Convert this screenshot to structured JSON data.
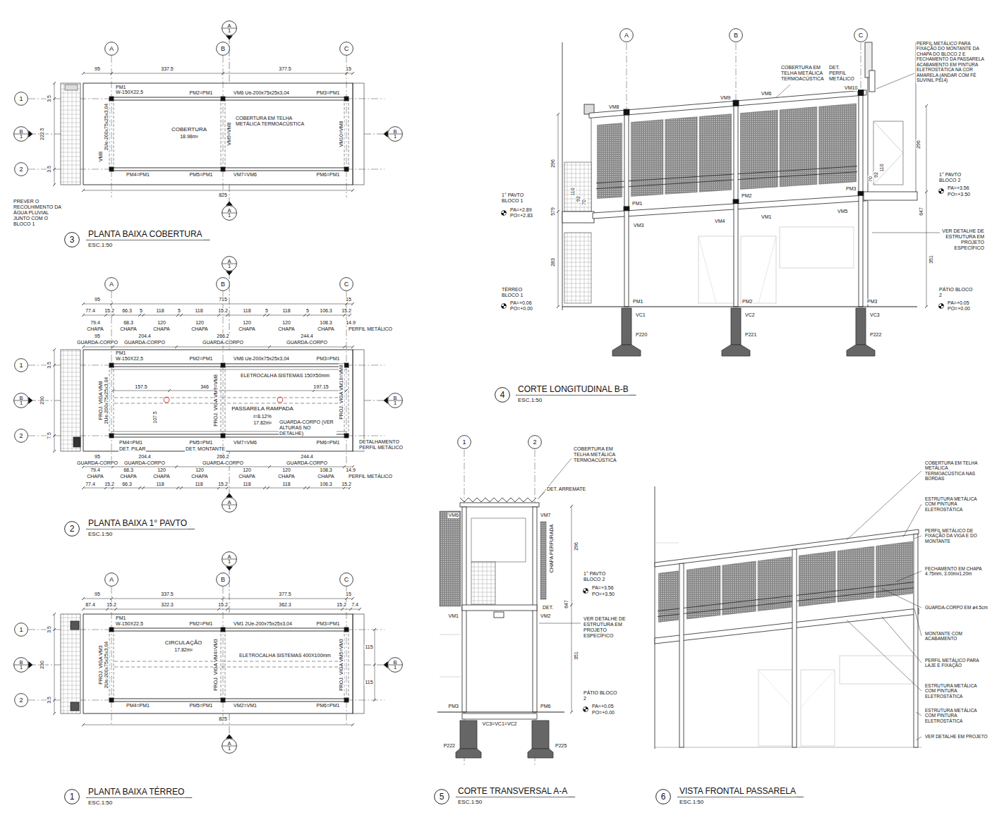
{
  "diagram": {
    "nodes": [
      {
        "text": [
          "A"
        ]
      },
      {
        "text": [
          "B"
        ]
      },
      {
        "text": [
          "C"
        ]
      },
      {
        "text": [
          "A",
          "1"
        ]
      },
      {
        "text": [
          "1"
        ]
      },
      {
        "text": [
          "B",
          "1"
        ]
      },
      {
        "text": [
          "B",
          "1"
        ]
      },
      {
        "text": [
          "2"
        ]
      },
      {
        "text": [
          "A",
          "1"
        ]
      },
      {
        "text": [
          "3"
        ]
      },
      {
        "text": [
          "A"
        ]
      },
      {
        "text": [
          "B"
        ]
      },
      {
        "text": [
          "C"
        ]
      },
      {
        "text": [
          "4"
        ]
      },
      {
        "text": [
          "A",
          "1"
        ]
      },
      {
        "text": [
          "A"
        ]
      },
      {
        "text": [
          "B"
        ]
      },
      {
        "text": [
          "C"
        ]
      },
      {
        "text": [
          "1"
        ]
      },
      {
        "text": [
          "B",
          "1"
        ]
      },
      {
        "text": [
          "B",
          "1"
        ]
      },
      {
        "text": [
          "2"
        ]
      },
      {
        "text": [
          "A",
          "1"
        ]
      },
      {
        "text": [
          "2"
        ]
      },
      {
        "text": [
          "1"
        ]
      },
      {
        "text": [
          "2"
        ]
      },
      {
        "text": [
          "A",
          "1"
        ]
      },
      {
        "text": [
          "A"
        ]
      },
      {
        "text": [
          "B"
        ]
      },
      {
        "text": [
          "C"
        ]
      },
      {
        "text": [
          "1"
        ]
      },
      {
        "text": [
          "B",
          "1"
        ]
      },
      {
        "text": [
          "B",
          "1"
        ]
      },
      {
        "text": [
          "2"
        ]
      },
      {
        "text": [
          "A",
          "1"
        ]
      },
      {
        "text": [
          "1"
        ]
      },
      {
        "text": [
          "5"
        ]
      },
      {
        "text": [
          "6"
        ]
      }
    ],
    "labels": [
      "95",
      "337.5",
      "377.5",
      "15",
      "PM1",
      "W-150X22,5",
      "PM2=PM1",
      "VM6 Ue-200x75x25x3,04",
      "PM3=PM1",
      "COBERTURA EM TELHA METÁLICA TERMOACÚSTICA",
      "COBERTURA",
      "18.98m²",
      "VM8",
      "2Ue-200x75x25x3,04",
      "VM9=VM8",
      "VM10=VM8",
      "PM4=PM1",
      "PM5=PM1",
      "VM7=VM6",
      "PM6=PM1",
      "3.5",
      "222.5",
      "3.5",
      "825",
      "PREVER O RECOLHIMENTO DA ÁGUA PLUVIAL JUNTO COM O BLOCO 1",
      "PLANTA BAIXA COBERTURA",
      "ESC.1:50",
      "95",
      "715",
      "15",
      "77.4",
      "15.2",
      "66.3",
      "5",
      "118",
      "5",
      "118",
      "15.2",
      "118",
      "5",
      "118",
      "5",
      "106.3",
      "15.2",
      "79.4",
      "68.3",
      "120",
      "120",
      "120",
      "120",
      "108.3",
      "14.9",
      "CHAPA",
      "CHAPA",
      "CHAPA",
      "CHAPA",
      "CHAPA",
      "CHAPA",
      "CHAPA",
      "PERFIL METÁLICO",
      "95",
      "204.4",
      "266.2",
      "244.4",
      "GUARDA-CORPO",
      "GUARDA-CORPO",
      "GUARDA-CORPO",
      "GUARDA-CORPO",
      "PM1",
      "W-150X22,5",
      "PM2=PM1",
      "VM6 Ue-200x75x25x3,04",
      "PM3=PM1",
      "ELETROCALHA SISTEMAS 150X50mm",
      "157.5",
      "346",
      "197.15",
      "107.5",
      "PASSARELA RAMPADA",
      "i=8.12%",
      "17.82m²",
      "GUARDA-CORPO (VER ALTURAS NO DETALHE)",
      "PROJ. VIGA VM8",
      "2Ue-200x75x25x3,04",
      "PROJ. VIGA VM9=VM8",
      "PROJ. VIGA VM10=VM8",
      "3.5",
      "230",
      "7.5",
      "PM4=PM1",
      "DET. PILAR",
      "PM5=PM1",
      "DET. MONTANTE",
      "VM7=VM6",
      "PM6=PM1",
      "DETALHAMENTO PERFIL METÁLICO",
      "95",
      "204.4",
      "266.2",
      "244.4",
      "GUARDA-CORPO",
      "GUARDA-CORPO",
      "GUARDA-CORPO",
      "GUARDA-CORPO",
      "79.4",
      "68.3",
      "120",
      "120",
      "120",
      "120",
      "108.3",
      "14.9",
      "CHAPA",
      "CHAPA",
      "CHAPA",
      "CHAPA",
      "CHAPA",
      "CHAPA",
      "CHAPA",
      "PERFIL METÁLICO",
      "77.4",
      "15.2",
      "66.3",
      "118",
      "118",
      "15.2",
      "118",
      "118",
      "106.3",
      "15.2",
      "PLANTA BAIXA 1° PAVTO",
      "ESC.1:50",
      "95",
      "337.5",
      "377.5",
      "15",
      "87.4",
      "15.2",
      "322.3",
      "15.2",
      "362.3",
      "15.2",
      "7.4",
      "PM1",
      "W-150X22,5",
      "PM2=PM1",
      "VM1 2Ue-200x75x25x3,04",
      "PM3=PM1",
      "CIRCULAÇÃO",
      "17.82m²",
      "ELETROCALHA SISTEMAS 400X100mm",
      "PROJ. VIGA VM3",
      "2Ue-200x75x25x3,04",
      "PROJ. VIGA VM4=VM3",
      "PROJ. VIGA VM5=VM3",
      "115",
      "115",
      "3.5",
      "230",
      "3.5",
      "PM4=PM1",
      "PM5=PM1",
      "VM2=VM1",
      "PM6=PM1",
      "825",
      "PLANTA BAIXA TÉRREO",
      "ESC.1:50",
      "PERFIL METÁLICO PARA FIXAÇÃO DO MONTANTE DA CHAPA DO BLOCO 2 E FECHAMENTO DA PASSARELA ACABAMENTO EM PINTURA ELETROSTÁTICA NA COR AMARELA (ANDAR COM FÉ SUVINIL P614)",
      "COBERTURA EM TELHA METÁLICA TERMOACÚSTICA",
      "DET. PERFIL METÁLICO",
      "VM10",
      "VM9",
      "VM6",
      "VM8",
      "296",
      "579",
      "283",
      "110",
      "92",
      "70",
      "1° PAVTO BLOCO 1",
      "PA=+2.89",
      "PO=+2.83",
      "PM1",
      "PM2",
      "PM3",
      "VM3",
      "VM4",
      "VM1",
      "VM5",
      "TÉRREO BLOCO 1",
      "PA=+0.06",
      "PO=+0.00",
      "PM1",
      "PM2",
      "PM3",
      "VC1",
      "VC2",
      "VC3",
      "P220",
      "P221",
      "P222",
      "296",
      "110",
      "92",
      "70",
      "647",
      "351",
      "1° PAVTO BLOCO 2",
      "PA=+3.56",
      "PO=+3.50",
      "VER DETALHE DE ESTRUTURA EM PROJETO ESPECÍFICO",
      "PÁTIO BLOCO 2",
      "PA=+0.05",
      "PO=+0.00",
      "CORTE LONGITUDINAL B-B",
      "ESC.1:50",
      "COBERTURA EM TELHA METÁLICA TERMOACÚSTICA",
      "DET. ARREMATE",
      "VM6",
      "VM7",
      "CHAPA PERFURADA",
      "296",
      "647",
      "351",
      "1° PAVTO BLOCO 2",
      "PA=+3.56",
      "PO=+3.50",
      "DET.",
      "VM1",
      "VM2",
      "VER DETALHE DE ESTRUTURA EM PROJETO ESPECÍFICO",
      "PÁTIO BLOCO 2",
      "PA=+0.05",
      "PO=+0.00",
      "PM3",
      "PM6",
      "VC3=VC1=VC2",
      "P222",
      "P225",
      "CORTE TRANSVERSAL A-A",
      "ESC.1:50",
      "COBERTURA EM TELHA METÁLICA TERMOACÚSTICA NAS BORDAS",
      "ESTRUTURA METÁLICA COM PINTURA ELETROSTÁTICA",
      "PERFIL METÁLICO DE FIXAÇÃO DA VIGA E DO MONTANTE",
      "FECHAMENTO EM CHAPA 4.75mm, 3.00mx1.20m",
      "GUARDA-CORPO EM ø4.5cm",
      "MONTANTE COM ACABAMENTO",
      "PERFIL METÁLICO PARA LAJE E FIXAÇÃO",
      "ESTRUTURA METÁLICA COM PINTURA ELETROSTÁTICA",
      "ESTRUTURA METÁLICA COM PINTURA ELETROSTÁTICA",
      "VER DETALHE EM PROJETO",
      "VISTA FRONTAL PASSARELA",
      "ESC.1:50"
    ]
  }
}
